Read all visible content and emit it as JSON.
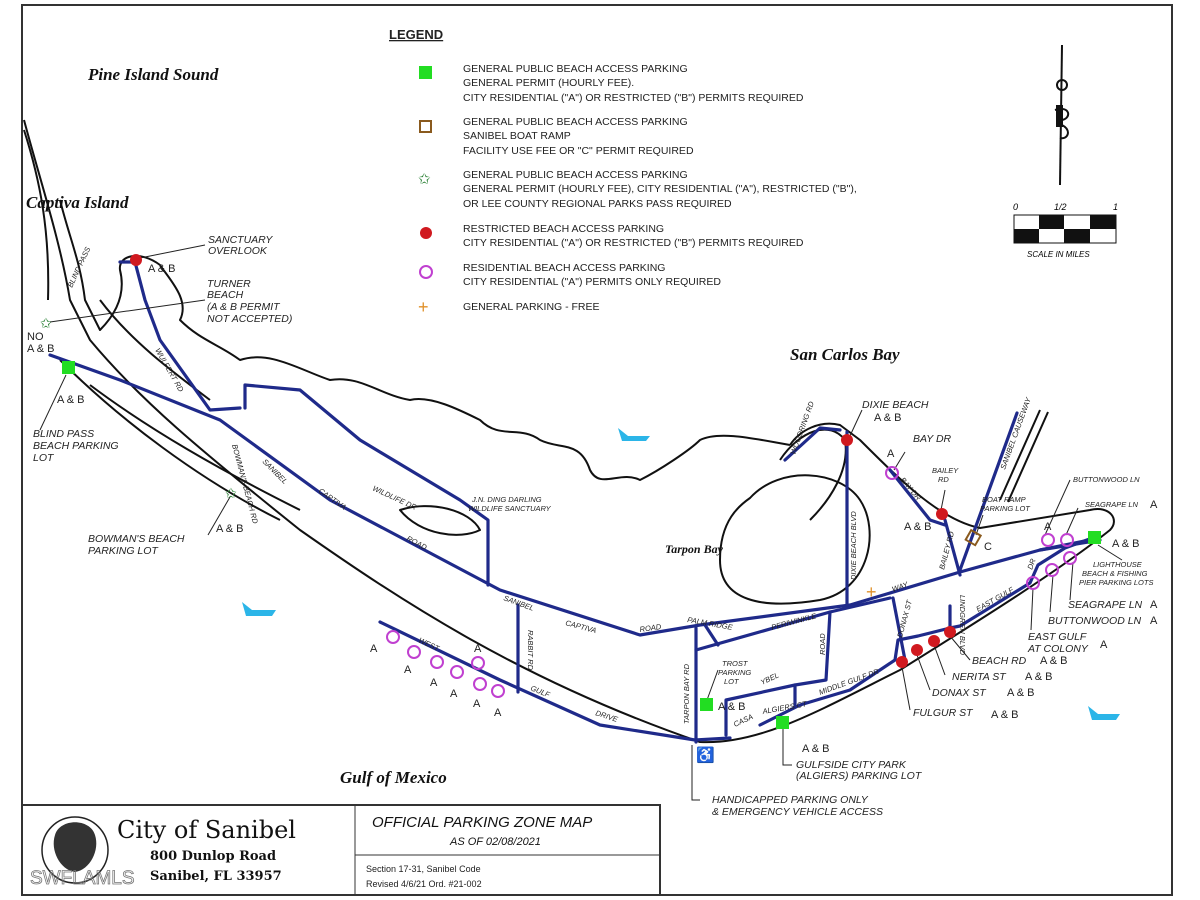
{
  "legend": {
    "title": "LEGEND",
    "items": [
      {
        "symbol": "green-square",
        "color": "#22dd22",
        "lines": [
          "GENERAL PUBLIC BEACH ACCESS PARKING",
          "GENERAL PERMIT (HOURLY FEE).",
          "CITY RESIDENTIAL (\"A\") OR RESTRICTED (\"B\") PERMITS REQUIRED"
        ]
      },
      {
        "symbol": "brown-square-outline",
        "color": "#8a5a1e",
        "lines": [
          "GENERAL PUBLIC BEACH ACCESS PARKING",
          "SANIBEL BOAT RAMP",
          "FACILITY USE FEE OR \"C\" PERMIT REQUIRED"
        ]
      },
      {
        "symbol": "green-star",
        "color": "#1f7a2a",
        "lines": [
          "GENERAL PUBLIC BEACH ACCESS PARKING",
          "GENERAL PERMIT (HOURLY FEE), CITY RESIDENTIAL (\"A\"), RESTRICTED (\"B\"),",
          "OR LEE COUNTY REGIONAL PARKS PASS REQUIRED"
        ]
      },
      {
        "symbol": "red-circle",
        "color": "#d0191f",
        "lines": [
          "RESTRICTED BEACH ACCESS PARKING",
          "CITY RESIDENTIAL (\"A\") OR RESTRICTED (\"B\") PERMITS REQUIRED"
        ]
      },
      {
        "symbol": "purple-circle-outline",
        "color": "#c040d0",
        "lines": [
          "RESIDENTIAL BEACH ACCESS PARKING",
          "CITY RESIDENTIAL (\"A\") PERMITS ONLY REQUIRED"
        ]
      },
      {
        "symbol": "orange-plus",
        "color": "#e0912a",
        "lines": [
          "GENERAL PARKING - FREE"
        ]
      }
    ]
  },
  "scale": {
    "ticks": [
      "0",
      "1/2",
      "1"
    ],
    "caption": "SCALE IN MILES"
  },
  "water_labels": {
    "pine_island_sound": "Pine Island Sound",
    "captiva_island": "Captiva Island",
    "san_carlos_bay": "San Carlos Bay",
    "gulf_of_mexico": "Gulf of Mexico",
    "tarpon_bay": "Tarpon Bay"
  },
  "places": {
    "sanctuary_overlook": [
      "SANCTUARY",
      "OVERLOOK"
    ],
    "turner_beach": [
      "TURNER",
      "BEACH",
      "(A & B PERMIT",
      "NOT ACCEPTED)"
    ],
    "blind_pass": [
      "BLIND PASS",
      "BEACH PARKING",
      "LOT"
    ],
    "bowmans": [
      "BOWMAN'S BEACH",
      "PARKING LOT"
    ],
    "ding_darling": [
      "J.N. DING DARLING",
      "WILDLIFE SANCTUARY"
    ],
    "dixie_beach": "DIXIE BEACH",
    "bay_dr": "BAY DR",
    "bailey_rd": [
      "BAILEY",
      "RD"
    ],
    "boat_ramp": [
      "BOAT RAMP",
      "PARKING LOT"
    ],
    "buttonwood_ln_n": "BUTTONWOOD LN",
    "seagrape_ln_n": "SEAGRAPE LN",
    "lighthouse": [
      "LIGHTHOUSE",
      "BEACH & FISHING",
      "PIER PARKING LOTS"
    ],
    "seagrape_ln_s": "SEAGRAPE LN",
    "buttonwood_ln_s": "BUTTONWOOD LN",
    "east_gulf_colony": [
      "EAST GULF",
      "AT COLONY"
    ],
    "beach_rd": "BEACH RD",
    "nerita_st": "NERITA ST",
    "donax_st": "DONAX ST",
    "fulgur_st": "FULGUR ST",
    "trost": [
      "TROST",
      "PARKING",
      "LOT"
    ],
    "gulfside": [
      "GULFSIDE CITY PARK",
      "(ALGIERS) PARKING LOT"
    ],
    "handicapped": [
      "HANDICAPPED PARKING ONLY",
      "& EMERGENCY VEHICLE ACCESS"
    ]
  },
  "permits": {
    "ab": "A & B",
    "a": "A",
    "c": "C",
    "no_ab": [
      "NO",
      "A & B"
    ]
  },
  "roads": {
    "blind_pass": "BLIND PASS",
    "wulfert": "WULFERT RD",
    "bowmans_beach_rd": "BOWMAN'S BEACH RD",
    "sanibel": "SANIBEL",
    "captiva": "CAPTIVA",
    "road": "ROAD",
    "wildlife_dr": "WILDLIFE DR",
    "rabbit": "RABBIT RD",
    "west": "WEST",
    "gulf": "GULF",
    "drive": "DRIVE",
    "tarpon_bay_rd": "TARPON BAY RD",
    "palm_ridge": "PALM RIDGE",
    "periwinkle": "PERIWINKLE",
    "way": "WAY",
    "dixie_beach_blvd": "DIXIE BEACH BLVD",
    "causeway": "SANIBEL CAUSEWAY",
    "bailey_rd": "BAILEY RD",
    "lindgren": "LINDGREN BLVD",
    "donax": "DONAX ST",
    "east_gulf": "EAST GULF",
    "dr": "DR",
    "middle_gulf": "MIDDLE GULF DR",
    "ybel": "YBEL",
    "casa": "CASA",
    "algiers": "ALGIERS CT",
    "bay_dr": "BAY DR",
    "woodring": "WOODRING RD"
  },
  "title_block": {
    "city": "City of Sanibel",
    "address": "800 Dunlop Road",
    "city_state_zip": "Sanibel, FL   33957",
    "map_title": "OFFICIAL PARKING ZONE MAP",
    "as_of": "AS OF 02/08/2021",
    "code_ref": "Section 17-31, Sanibel Code",
    "revised": "Revised 4/6/21 Ord. #21-002"
  },
  "watermark": "SWFLAMLS",
  "colors": {
    "road": "#1f2a8a",
    "boat": "#2bb5e8"
  }
}
